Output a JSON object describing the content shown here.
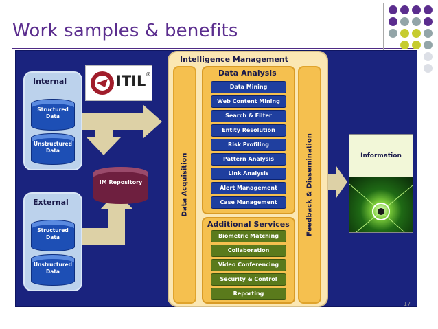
{
  "slide": {
    "title": "Work samples & benefits",
    "page_number": "17"
  },
  "colors": {
    "title": "#5b2d8e",
    "panel_background": "#1a237e",
    "dots": [
      "#5b2d8e",
      "#93a5a8",
      "#c6cc2f"
    ]
  },
  "logo": {
    "text": "ITIL",
    "mark": "®"
  },
  "sources": {
    "internal": {
      "title": "Internal",
      "items": [
        "Structured Data",
        "Unstructured Data"
      ]
    },
    "external": {
      "title": "External",
      "items": [
        "Structured Data",
        "Unstructured Data"
      ]
    }
  },
  "repository": {
    "label": "IM Repository"
  },
  "intelligence_management": {
    "title": "Intelligence Management",
    "data_acquisition": "Data Acquisition",
    "feedback": "Feedback & Dissemination",
    "data_analysis": {
      "title": "Data Analysis",
      "items": [
        "Data Mining",
        "Web Content Mining",
        "Search & Filter",
        "Entity Resolution",
        "Risk Profiling",
        "Pattern Analysis",
        "Link Analysis",
        "Alert Management",
        "Case Management"
      ]
    },
    "additional_services": {
      "title": "Additional Services",
      "items": [
        "Biometric Matching",
        "Collaboration",
        "Video Conferencing",
        "Security & Control",
        "Reporting"
      ]
    }
  },
  "information": {
    "label": "Information"
  }
}
